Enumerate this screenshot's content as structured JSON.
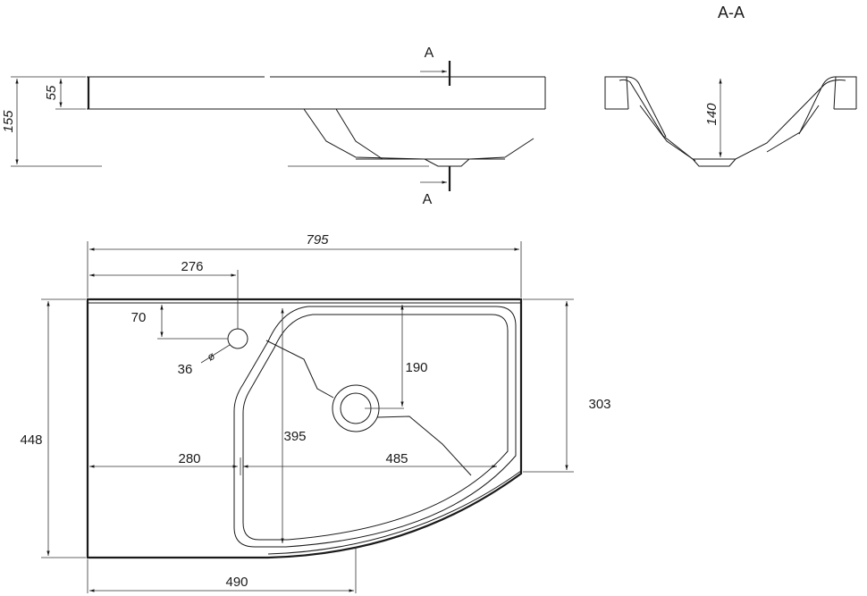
{
  "section_title": "A-A",
  "section_marks": [
    "A",
    "A"
  ],
  "side_view_dims": {
    "height_total": "155",
    "slab": "55"
  },
  "section_view_dims": {
    "depth": "140"
  },
  "plan_dims": {
    "width_total": "795",
    "tap_offset_x": "276",
    "tap_offset_y": "70",
    "tap_hole": "36",
    "bowl_depth": "190",
    "height_total": "448",
    "height_right": "303",
    "bowl_height": "395",
    "left_margin": "280",
    "bowl_width": "485",
    "bottom_width": "490"
  }
}
